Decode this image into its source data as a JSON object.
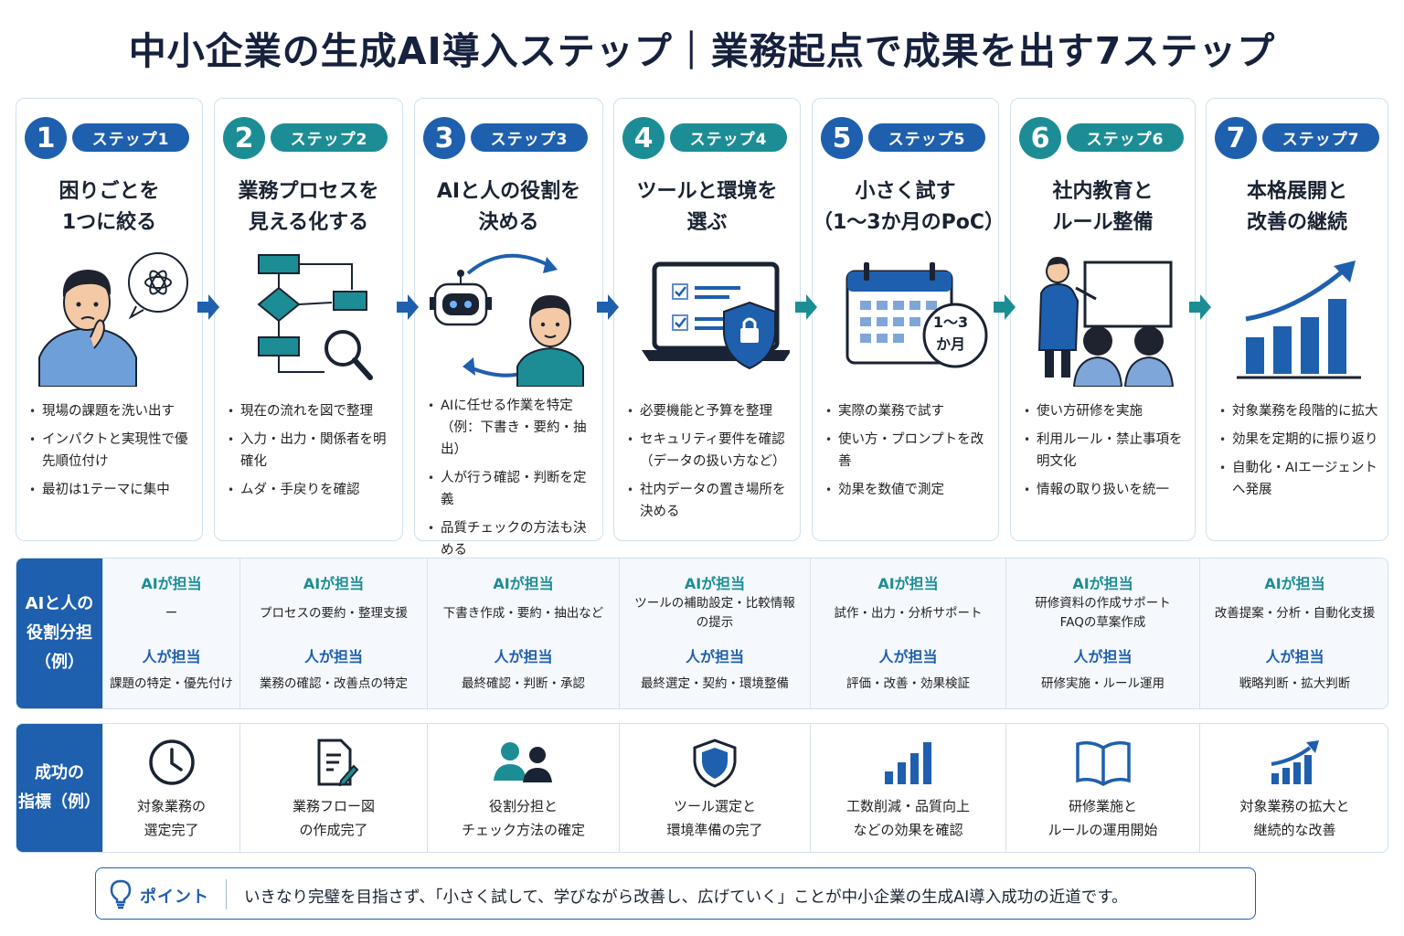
{
  "title": "中小企業の生成AI導入ステップ｜業務起点で成果を出す7ステップ",
  "colors": {
    "blue": "#1e5fae",
    "teal": "#1c8d95",
    "navy": "#16213e"
  },
  "steps": [
    {
      "num": "1",
      "tag": "ステップ1",
      "title": "困りごとを\n1つに絞る",
      "color": "blue",
      "illustration": "person-thinking-ai-icon",
      "bullets": [
        "現場の課題を洗い出す",
        "インパクトと実現性で優先順位付け",
        "最初は1テーマに集中"
      ]
    },
    {
      "num": "2",
      "tag": "ステップ2",
      "title": "業務プロセスを\n見える化する",
      "color": "teal",
      "illustration": "flowchart-magnifier-icon",
      "bullets": [
        "現在の流れを図で整理",
        "入力・出力・関係者を明確化",
        "ムダ・手戻りを確認"
      ]
    },
    {
      "num": "3",
      "tag": "ステップ3",
      "title": "AIと人の役割を\n決める",
      "color": "blue",
      "illustration": "robot-human-cycle-icon",
      "bullets": [
        "AIに任せる作業を特定（例：下書き・要約・抽出）",
        "人が行う確認・判断を定義",
        "品質チェックの方法も決める"
      ]
    },
    {
      "num": "4",
      "tag": "ステップ4",
      "title": "ツールと環境を\n選ぶ",
      "color": "teal",
      "illustration": "laptop-checklist-shield-icon",
      "bullets": [
        "必要機能と予算を整理",
        "セキュリティ要件を確認（データの扱い方など）",
        "社内データの置き場所を決める"
      ]
    },
    {
      "num": "5",
      "tag": "ステップ5",
      "title": "小さく試す\n（1〜3か月のPoC）",
      "color": "blue",
      "illustration": "calendar-icon",
      "badge": "1〜3\nか月",
      "bullets": [
        "実際の業務で試す",
        "使い方・プロンプトを改善",
        "効果を数値で測定"
      ]
    },
    {
      "num": "6",
      "tag": "ステップ6",
      "title": "社内教育と\nルール整備",
      "color": "teal",
      "illustration": "training-presenter-icon",
      "bullets": [
        "使い方研修を実施",
        "利用ルール・禁止事項を明文化",
        "情報の取り扱いを統一"
      ]
    },
    {
      "num": "7",
      "tag": "ステップ7",
      "title": "本格展開と\n改善の継続",
      "color": "blue",
      "illustration": "growth-bar-chart-icon",
      "bullets": [
        "対象業務を段階的に拡大",
        "効果を定期的に振り返り",
        "自動化・AIエージェントへ発展"
      ]
    }
  ],
  "roles": {
    "header": "AIと人の\n役割分担\n（例）",
    "ai_label": "AIが担当",
    "human_label": "人が担当",
    "cells": [
      {
        "ai": "ー",
        "human": "課題の特定・優先付け"
      },
      {
        "ai": "プロセスの要約・整理支援",
        "human": "業務の確認・改善点の特定"
      },
      {
        "ai": "下書き作成・要約・抽出など",
        "human": "最終確認・判断・承認"
      },
      {
        "ai": "ツールの補助設定・比較情報\nの提示",
        "human": "最終選定・契約・環境整備"
      },
      {
        "ai": "試作・出力・分析サポート",
        "human": "評価・改善・効果検証"
      },
      {
        "ai": "研修資料の作成サポート\nFAQの草案作成",
        "human": "研修実施・ルール運用"
      },
      {
        "ai": "改善提案・分析・自動化支援",
        "human": "戦略判断・拡大判断"
      }
    ]
  },
  "kpis": {
    "header": "成功の\n指標（例）",
    "cells": [
      {
        "icon": "clock-icon",
        "text": "対象業務の\n選定完了"
      },
      {
        "icon": "document-edit-icon",
        "text": "業務フロー図\nの作成完了"
      },
      {
        "icon": "people-icon",
        "text": "役割分担と\nチェック方法の確定"
      },
      {
        "icon": "shield-icon",
        "text": "ツール選定と\n環境準備の完了"
      },
      {
        "icon": "bar-chart-icon",
        "text": "工数削減・品質向上\nなどの効果を確認"
      },
      {
        "icon": "book-icon",
        "text": "研修業施と\nルールの運用開始"
      },
      {
        "icon": "trend-up-icon",
        "text": "対象業務の拡大と\n継続的な改善"
      }
    ]
  },
  "point": {
    "icon": "lightbulb-icon",
    "label": "ポイント",
    "text": "いきなり完璧を目指さず、「小さく試して、学びながら改善し、広げていく」ことが中小企業の生成AI導入成功の近道です。"
  }
}
